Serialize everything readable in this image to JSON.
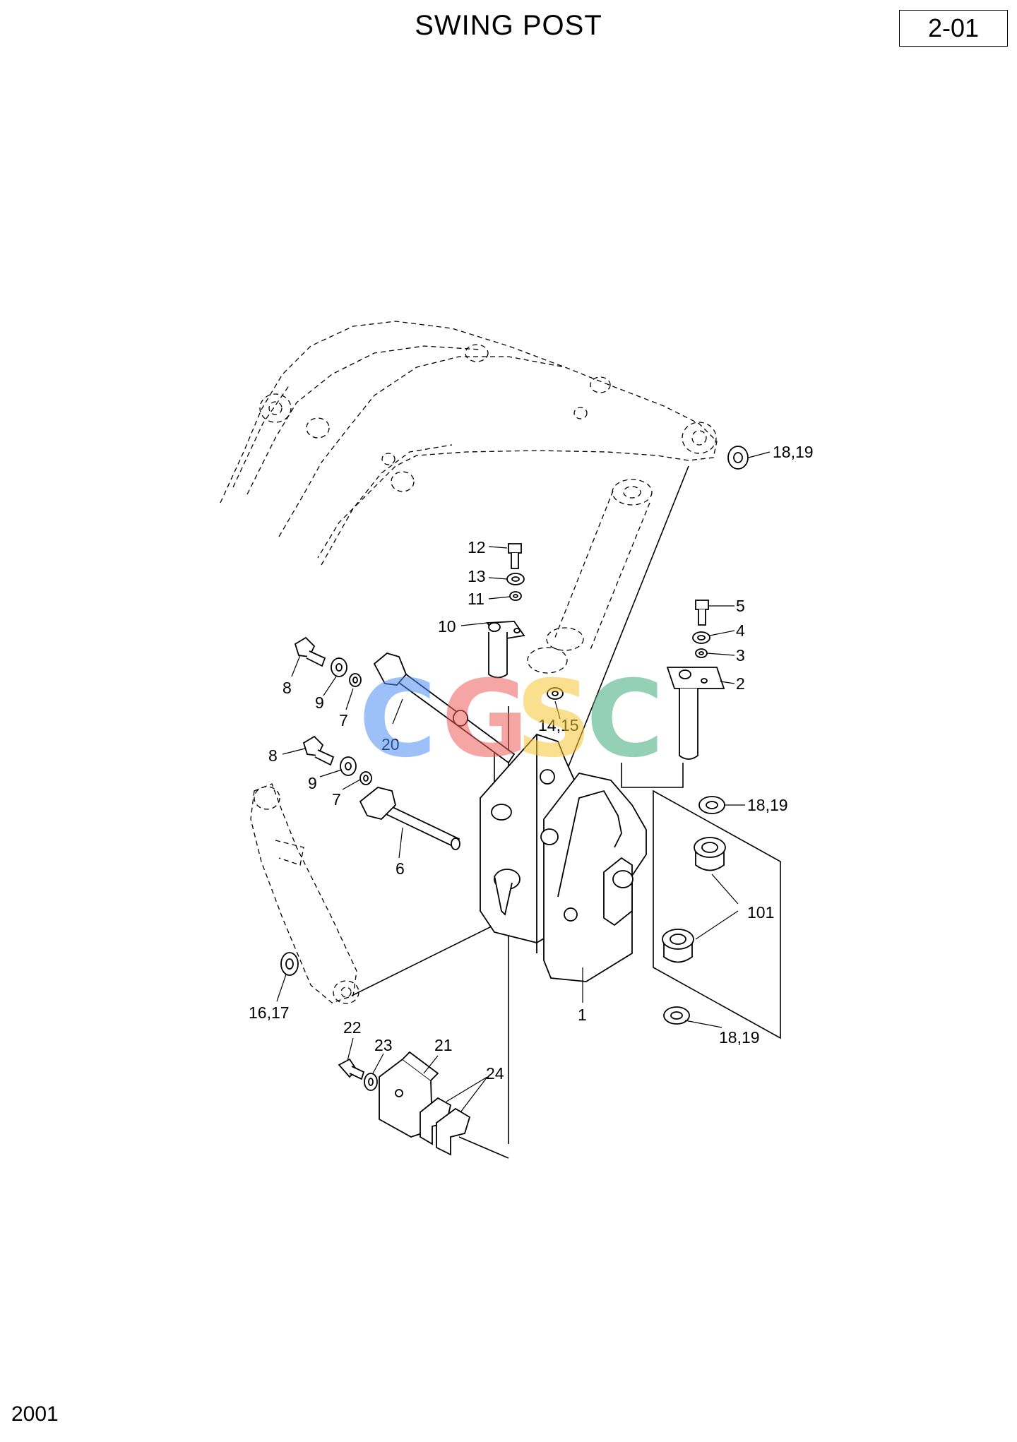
{
  "title": "SWING POST",
  "page_ref": "2-01",
  "footer_code": "2001",
  "watermark": {
    "letters": [
      "C",
      "G",
      "S",
      "C"
    ],
    "colors": [
      "#4f8df5",
      "#ef5c5c",
      "#f6c533",
      "#3dab7c"
    ]
  },
  "callouts": {
    "c1": "1",
    "c2": "2",
    "c3": "3",
    "c4": "4",
    "c5": "5",
    "c6": "6",
    "c7a": "7",
    "c7b": "7",
    "c8a": "8",
    "c8b": "8",
    "c9a": "9",
    "c9b": "9",
    "c10": "10",
    "c11": "11",
    "c12": "12",
    "c13": "13",
    "c1415": "14,15",
    "c1617": "16,17",
    "c1819a": "18,19",
    "c1819b": "18,19",
    "c1819c": "18,19",
    "c20": "20",
    "c21": "21",
    "c22": "22",
    "c23": "23",
    "c24": "24",
    "c101": "101"
  }
}
